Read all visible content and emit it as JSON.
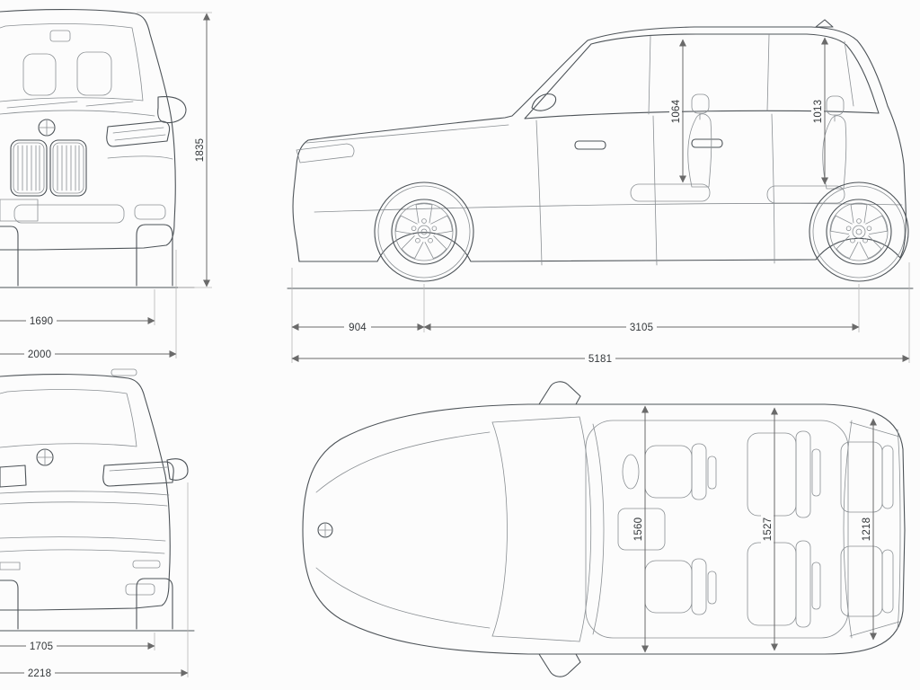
{
  "background": "#fcfcfc",
  "colors": {
    "line": "#4d5358",
    "light_line": "#8a8f93",
    "dimension_text": "#323639"
  },
  "icons": {
    "brand": "bmw-roundel-icon"
  },
  "views": {
    "front": {
      "dims": {
        "overall_height": "1835",
        "track_width": "1690",
        "body_width": "2000"
      }
    },
    "side": {
      "dims": {
        "front_headroom": "1064",
        "rear_headroom": "1013",
        "front_overhang": "904",
        "wheelbase": "3105",
        "overall_length": "5181"
      }
    },
    "rear": {
      "dims": {
        "rear_track": "1705",
        "width_incl_mirrors": "2218"
      }
    },
    "top": {
      "dims": {
        "shoulder_width_front": "1560",
        "shoulder_width_middle": "1527",
        "shoulder_width_rear": "1218"
      }
    }
  }
}
